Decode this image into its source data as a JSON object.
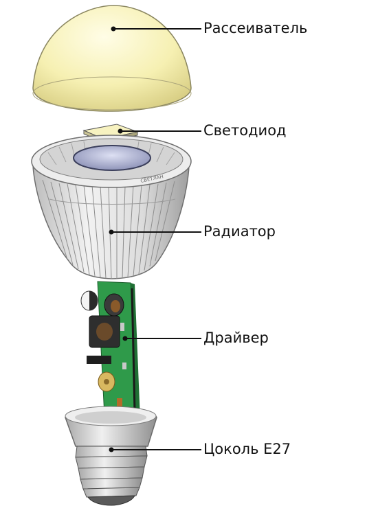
{
  "diagram": {
    "labels": {
      "diffuser": "Рассеиватель",
      "led": "Светодиод",
      "radiator": "Радиатор",
      "driver": "Драйвер",
      "base": "Цоколь Е27"
    },
    "brand_mark": "СВЕТЛАН",
    "colors": {
      "diffuser": "#f6f0b2",
      "radiator": "#e6e6e6",
      "pcb": "#2f9a4a",
      "lens": "#c4c9e6",
      "base": "#d3d3d3"
    }
  }
}
